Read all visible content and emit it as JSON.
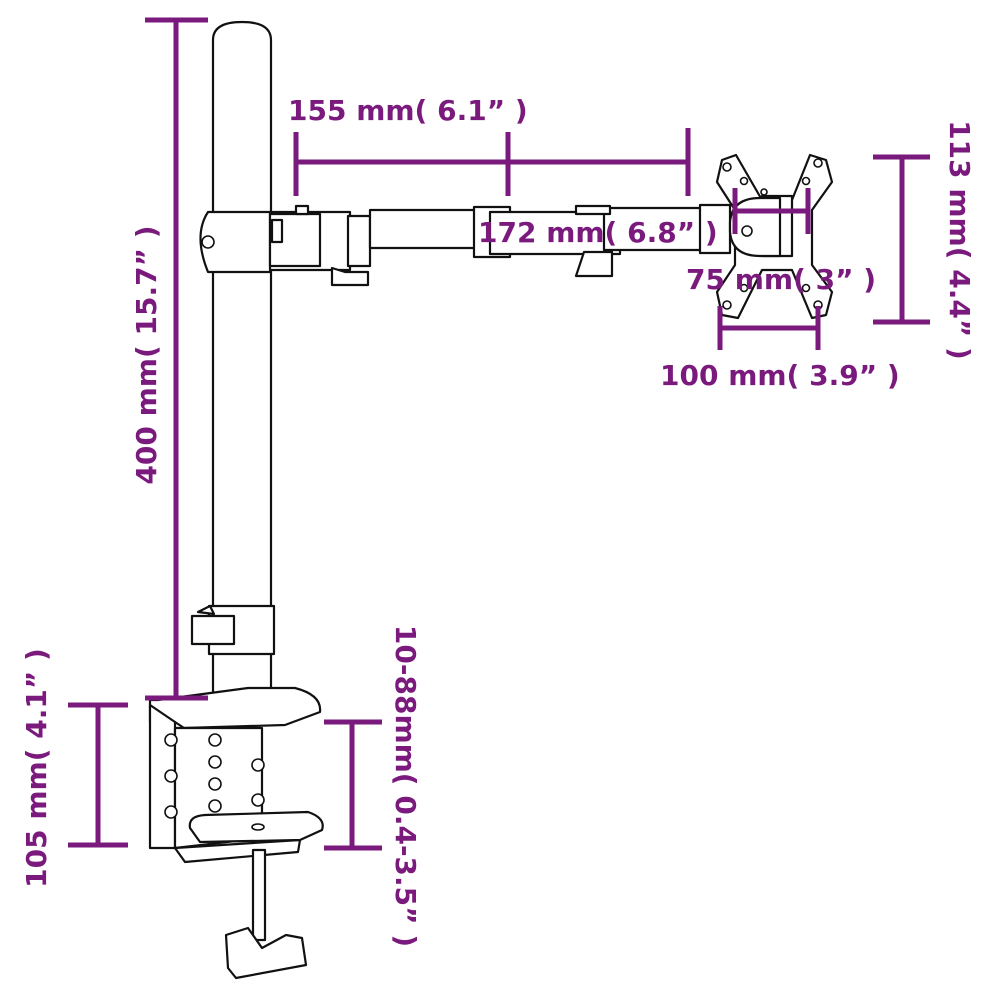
{
  "colors": {
    "dimension": "#7b1a7d",
    "outline": "#111111",
    "background": "#ffffff"
  },
  "labels": {
    "pole_height": "400 mm( 15.7” )",
    "arm1_length": "155 mm( 6.1” )",
    "arm2_length": "172 mm( 6.8” )",
    "vesa_small": "75 mm( 3” )",
    "vesa_large": "100 mm( 3.9” )",
    "plate_height": "113 mm( 4.4” )",
    "clamp_height": "105 mm( 4.1” )",
    "clamp_range": "10-88mm( 0.4-3.5” )"
  }
}
